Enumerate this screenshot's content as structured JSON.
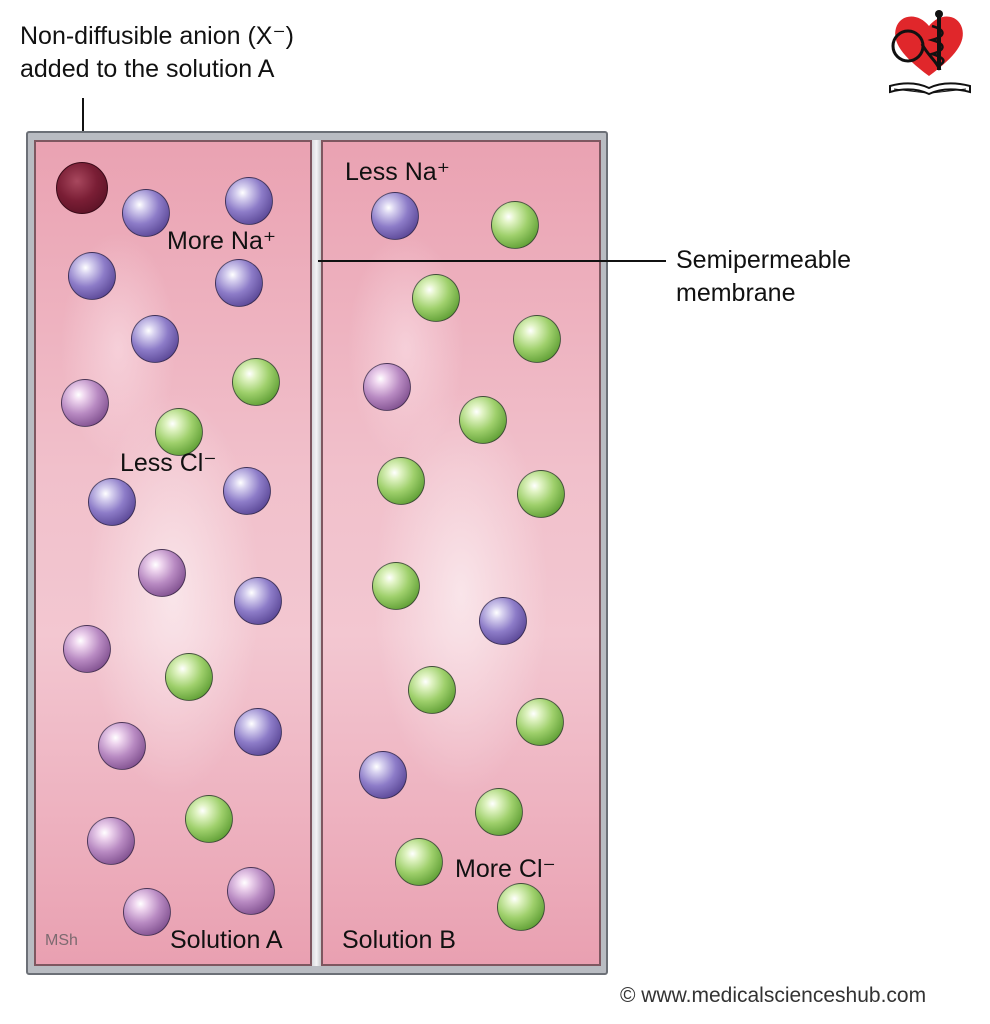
{
  "annotations": {
    "anion_line1": "Non-diffusible anion (X⁻)",
    "anion_line2": "added to the solution A",
    "membrane_line1": "Semipermeable",
    "membrane_line2": "membrane"
  },
  "solution_a": {
    "label": "Solution A",
    "more_na": "More Na⁺",
    "less_cl": "Less Cl⁻",
    "signature": "MSh"
  },
  "solution_b": {
    "label": "Solution B",
    "less_na": "Less Na⁺",
    "more_cl": "More Cl⁻"
  },
  "footer": {
    "copyright": "© www.medicalscienceshub.com"
  },
  "colors": {
    "sodium_ion": "#6f5fb0",
    "chloride_ion": "#7fbf4e",
    "nondiffusible_anion": "#6b1530",
    "solution": "#efb3c1"
  },
  "logo": {
    "icon": "heart-caduceus-stethoscope-book-logo"
  }
}
